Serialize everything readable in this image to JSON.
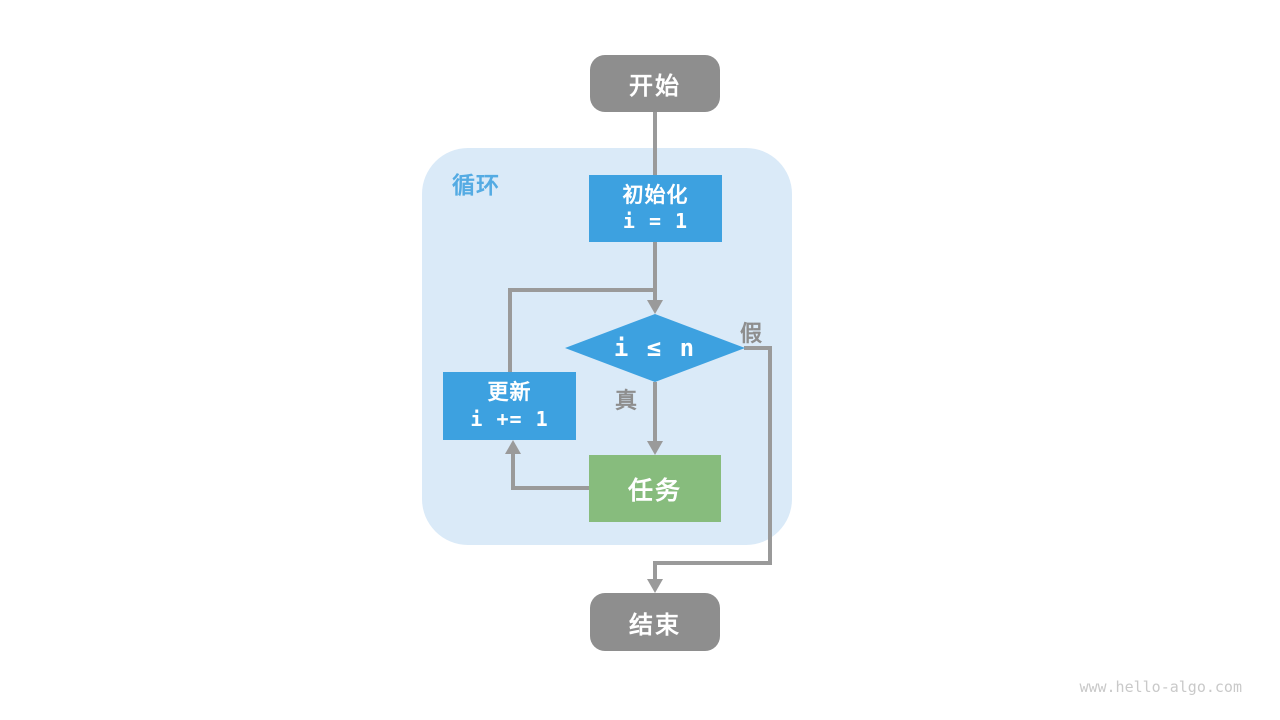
{
  "colors": {
    "node_gray": "#8e8e8e",
    "process_blue": "#3da1e0",
    "task_green": "#87bc7d",
    "container_blue": "#daeaf8",
    "label_blue": "#54abe3",
    "line_gray": "#9a9a9a",
    "edge_label_gray": "#8e8e8e",
    "watermark_gray": "#c9c9c9"
  },
  "flowchart": {
    "start": {
      "label": "开始"
    },
    "loop_container": {
      "label": "循环"
    },
    "init": {
      "label": "初始化",
      "code": "i = 1"
    },
    "condition": {
      "label": "i ≤ n"
    },
    "edge_true": {
      "label": "真"
    },
    "edge_false": {
      "label": "假"
    },
    "update": {
      "label": "更新",
      "code": "i += 1"
    },
    "task": {
      "label": "任务"
    },
    "end": {
      "label": "结束"
    }
  },
  "page": {
    "watermark": "www.hello-algo.com"
  }
}
